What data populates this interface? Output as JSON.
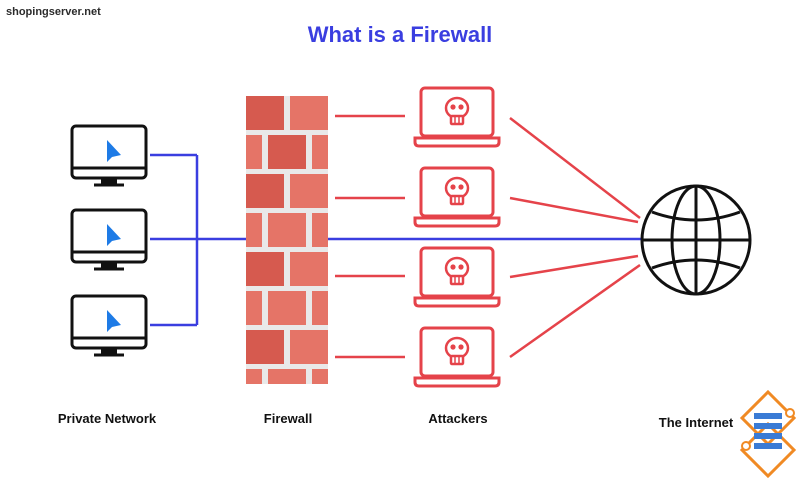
{
  "site_watermark": "shopingserver.net",
  "title": "What is a Firewall",
  "labels": {
    "private_network": "Private Network",
    "firewall": "Firewall",
    "attackers": "Attackers",
    "internet": "The Internet"
  },
  "colors": {
    "title": "#3a3ee0",
    "network_line": "#3a3ee0",
    "attack_line": "#e5434a",
    "brick": "#e57467",
    "brick_dark": "#d65a4f",
    "mortar": "#e9e9e9",
    "logo_orange": "#f08a24",
    "logo_blue": "#3a7bd5"
  },
  "icons": {
    "computers": "monitor-with-cursor-icon",
    "attackers": "laptop-with-skull-icon",
    "internet": "globe-icon",
    "logo": "server-logo-icon"
  }
}
